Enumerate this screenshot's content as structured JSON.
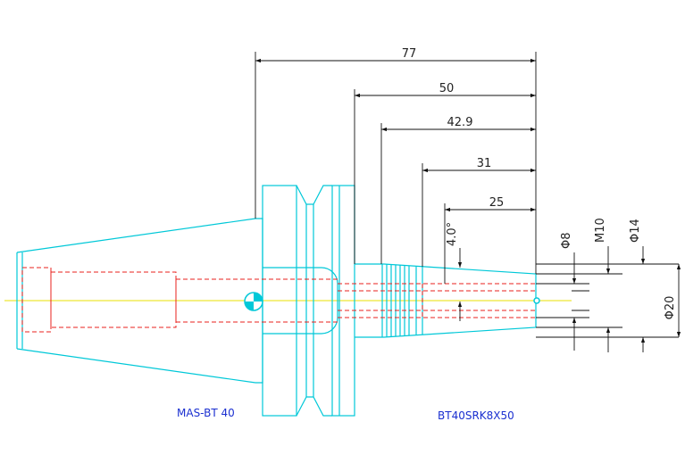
{
  "drawing": {
    "labels": {
      "holder": "MAS-BT 40",
      "extension": "BT40SRK8X50"
    },
    "dimensions": {
      "len_77": "77",
      "len_50": "50",
      "len_42_9": "42.9",
      "len_31": "31",
      "len_25": "25",
      "taper_angle": "4.0°",
      "dia_8": "Φ8",
      "thread_m10": "M10",
      "dia_14": "Φ14",
      "dia_20": "Φ20"
    },
    "colors": {
      "outline": "#00c8d8",
      "hidden": "#e8201c",
      "centerline": "#e8e000",
      "dimension": "#111111",
      "caption": "#1a2fd0"
    }
  }
}
